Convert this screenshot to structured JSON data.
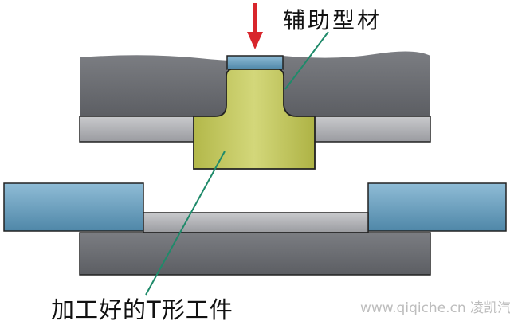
{
  "labels": {
    "auxiliary_profile": "辅助型材",
    "finished_part": "加工好的T形工件"
  },
  "watermark": "www.qiqiche.cn 凌凯汽车技术",
  "colors": {
    "die_dark": "#6e7075",
    "die_light": "#b5b6ba",
    "part": "#c2c75a",
    "blue": "#6ea3c2",
    "arrow": "#d8262c",
    "leader": "#1f8a6a"
  }
}
